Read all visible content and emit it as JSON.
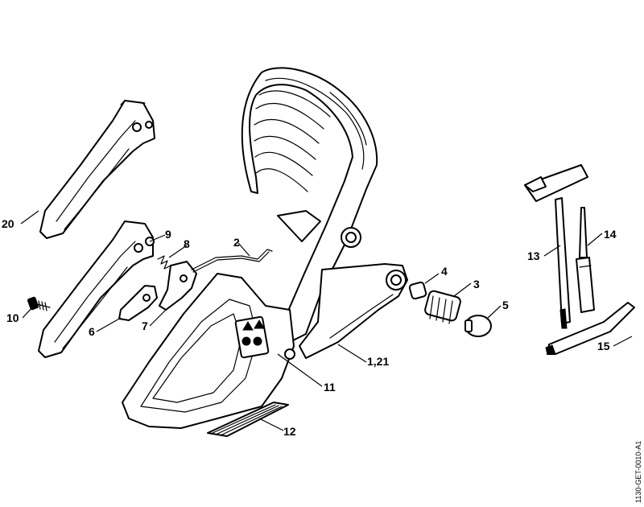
{
  "drawing_code": "1130-GET-0010-A1",
  "callouts": [
    {
      "id": "c20",
      "text": "20"
    },
    {
      "id": "c9",
      "text": "9"
    },
    {
      "id": "c8",
      "text": "8"
    },
    {
      "id": "c2",
      "text": "2"
    },
    {
      "id": "c10",
      "text": "10"
    },
    {
      "id": "c6",
      "text": "6"
    },
    {
      "id": "c7",
      "text": "7"
    },
    {
      "id": "c4",
      "text": "4"
    },
    {
      "id": "c3",
      "text": "3"
    },
    {
      "id": "c5",
      "text": "5"
    },
    {
      "id": "c121",
      "text": "1,21"
    },
    {
      "id": "c11",
      "text": "11"
    },
    {
      "id": "c12",
      "text": "12"
    },
    {
      "id": "c13",
      "text": "13"
    },
    {
      "id": "c14",
      "text": "14"
    },
    {
      "id": "c15",
      "text": "15"
    }
  ]
}
